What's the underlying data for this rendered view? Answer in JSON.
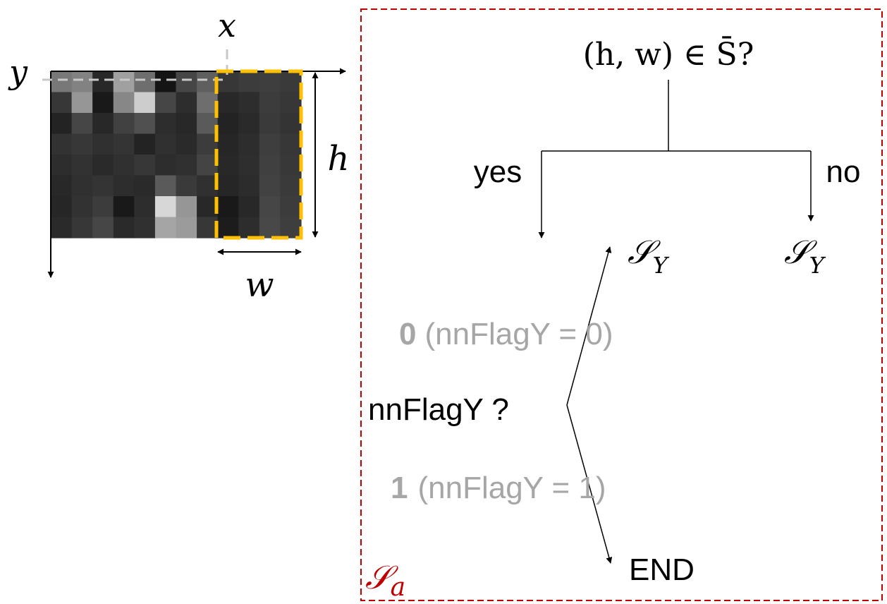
{
  "labels": {
    "x": "x",
    "y": "y",
    "h": "h",
    "w": "w",
    "condition": "(h, w) ∈ S̄?",
    "yes": "yes",
    "no": "no",
    "s_main": "𝒮",
    "s_main_sub": "Y",
    "s_right": "𝒮",
    "s_right_sub": "Y",
    "flag_zero_bold": "0",
    "flag_zero_text": "(nnFlagY = 0)",
    "flag_question": "nnFlagY ?",
    "flag_one_bold": "1",
    "flag_one_text": "(nnFlagY = 1)",
    "end": "END",
    "s_a": "𝒮",
    "s_a_sub": "a"
  },
  "colors": {
    "frame": "#c00000",
    "selection": "#ffc000",
    "text": "#000000",
    "muted_text": "#a6a6a6",
    "guide": "#c8c8c8"
  },
  "image_grid": {
    "rows": 8,
    "cols": 12,
    "gray_levels": [
      [
        120,
        130,
        40,
        160,
        110,
        20,
        70,
        95,
        55,
        60,
        62,
        58
      ],
      [
        55,
        150,
        25,
        135,
        205,
        70,
        45,
        110,
        40,
        45,
        60,
        55
      ],
      [
        35,
        70,
        40,
        65,
        80,
        45,
        40,
        90,
        35,
        42,
        58,
        52
      ],
      [
        50,
        55,
        48,
        52,
        35,
        48,
        42,
        60,
        38,
        45,
        62,
        55
      ],
      [
        45,
        50,
        42,
        48,
        55,
        45,
        48,
        68,
        40,
        46,
        64,
        56
      ],
      [
        40,
        48,
        52,
        45,
        42,
        90,
        58,
        48,
        38,
        44,
        66,
        58
      ],
      [
        38,
        50,
        60,
        25,
        45,
        215,
        150,
        40,
        25,
        40,
        70,
        60
      ],
      [
        42,
        55,
        70,
        42,
        48,
        165,
        155,
        55,
        28,
        45,
        72,
        62
      ]
    ]
  }
}
